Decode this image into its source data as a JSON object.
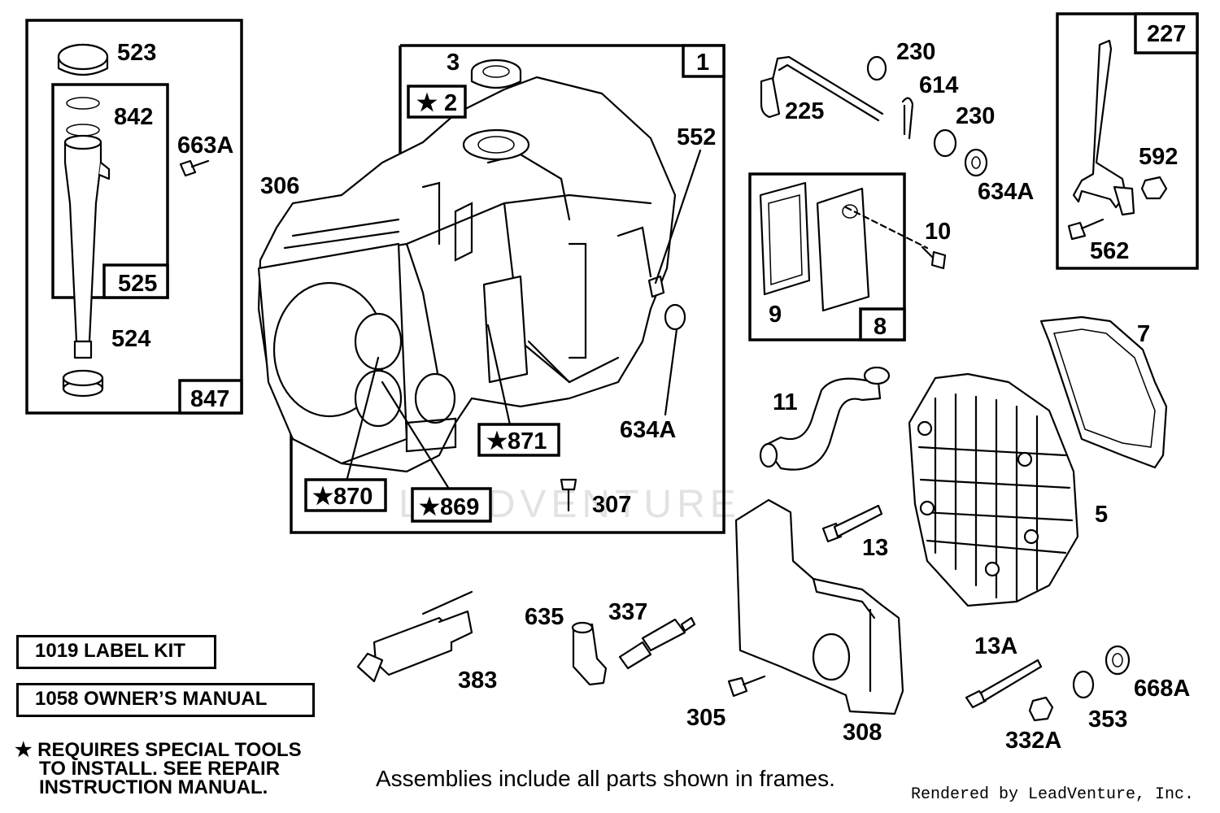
{
  "watermark": "LEADVENTURE",
  "frames": {
    "f847": "847",
    "f525": "525",
    "f1": "1",
    "f8": "8",
    "f227": "227"
  },
  "callouts": {
    "c523": "523",
    "c842": "842",
    "c663A": "663A",
    "c524": "524",
    "c306": "306",
    "c3": "3",
    "c2": "★ 2",
    "c552": "552",
    "c634A_a": "634A",
    "c871": "★871",
    "c870": "★870",
    "c869": "★869",
    "c307": "307",
    "c225": "225",
    "c230_a": "230",
    "c614": "614",
    "c230_b": "230",
    "c634A_b": "634A",
    "c10": "10",
    "c9": "9",
    "c592": "592",
    "c562": "562",
    "c7": "7",
    "c11": "11",
    "c5": "5",
    "c13": "13",
    "c635": "635",
    "c337": "337",
    "c383": "383",
    "c305": "305",
    "c308": "308",
    "c13A": "13A",
    "c668A": "668A",
    "c353": "353",
    "c332A": "332A"
  },
  "kits": {
    "label_kit": "1019 LABEL KIT",
    "owners_manual": "1058 OWNER’S MANUAL"
  },
  "note": {
    "line1": "★ REQUIRES SPECIAL TOOLS",
    "line2": "TO INSTALL.  SEE REPAIR",
    "line3": "INSTRUCTION MANUAL."
  },
  "footer": "Assemblies include all parts shown in frames.",
  "credit": "Rendered by LeadVenture, Inc."
}
